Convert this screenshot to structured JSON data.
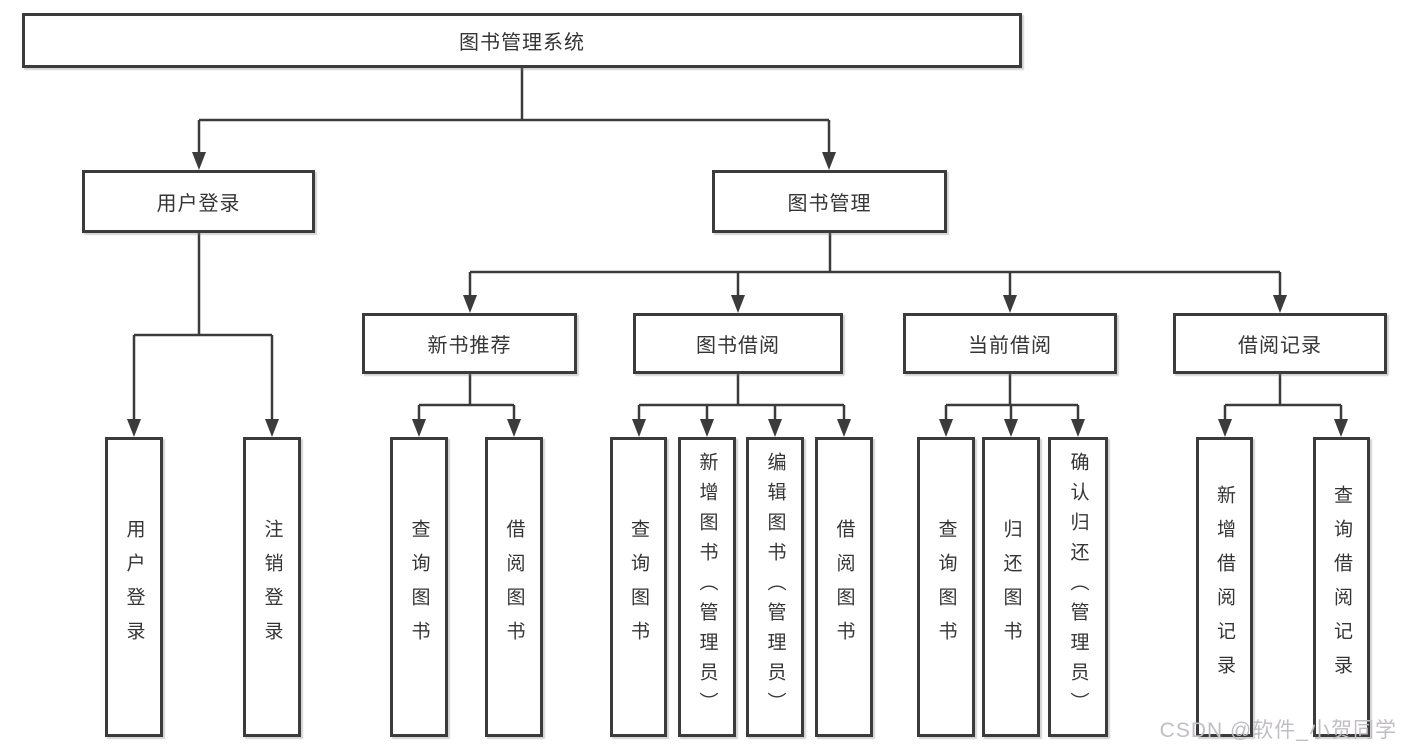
{
  "diagram_type": "hierarchy-tree",
  "tree": {
    "label": "图书管理系统",
    "children": [
      {
        "label": "用户登录",
        "children": [
          {
            "label": "用户登录"
          },
          {
            "label": "注销登录"
          }
        ]
      },
      {
        "label": "图书管理",
        "children": [
          {
            "label": "新书推荐",
            "children": [
              {
                "label": "查询图书"
              },
              {
                "label": "借阅图书"
              }
            ]
          },
          {
            "label": "图书借阅",
            "children": [
              {
                "label": "查询图书"
              },
              {
                "label": "新增图书（管理员）"
              },
              {
                "label": "编辑图书（管理员）"
              },
              {
                "label": "借阅图书"
              }
            ]
          },
          {
            "label": "当前借阅",
            "children": [
              {
                "label": "查询图书"
              },
              {
                "label": "归还图书"
              },
              {
                "label": "确认归还（管理员）"
              }
            ]
          },
          {
            "label": "借阅记录",
            "children": [
              {
                "label": "新增借阅记录"
              },
              {
                "label": "查询借阅记录"
              }
            ]
          }
        ]
      }
    ]
  },
  "watermark": {
    "text": "CSDN @软件_小贺同学"
  },
  "colors": {
    "line": "#3b3b3b",
    "border": "#3b3b3b",
    "text": "#353535",
    "background": "#ffffff",
    "watermark": "#c1bec3"
  }
}
